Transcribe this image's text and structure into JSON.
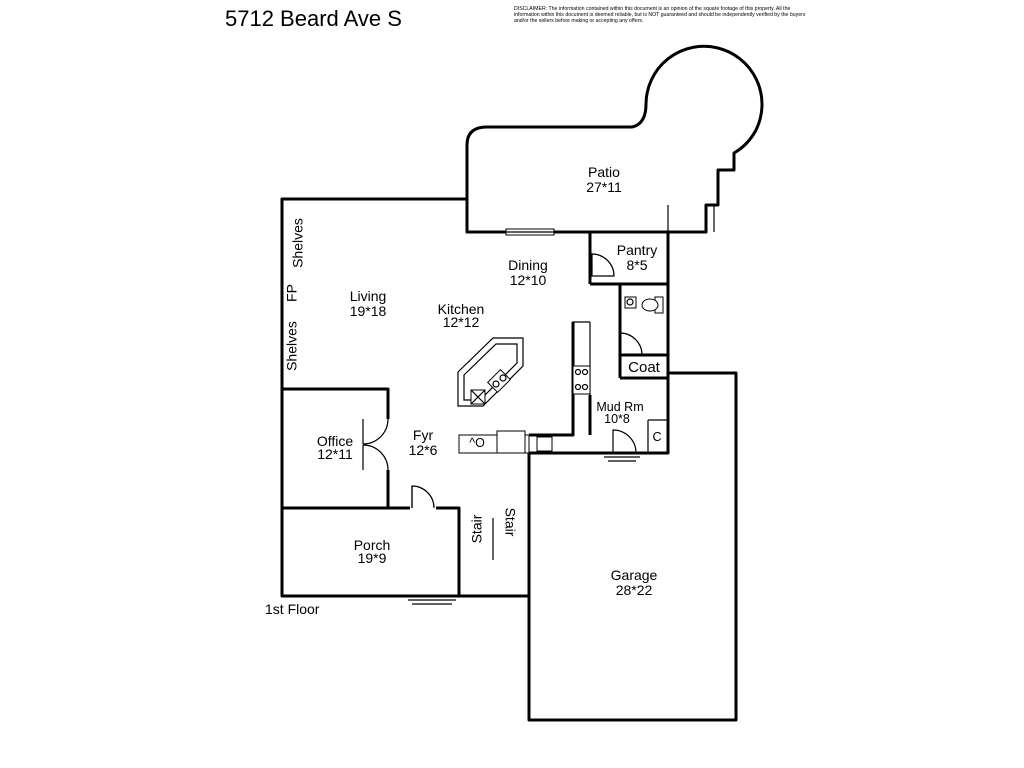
{
  "title": "5712 Beard Ave S",
  "disclaimer": "DISCLAIMER: The information contained within this document is an opinion of the square footage of this property. All the information within this document is deemed reliable, but is NOT guaranteed and should be independently verified by the buyers and/or the sellers before making or accepting any offers.",
  "floor_label": "1st Floor",
  "rooms": {
    "patio": {
      "name": "Patio",
      "size": "27*11"
    },
    "pantry": {
      "name": "Pantry",
      "size": "8*5"
    },
    "dining": {
      "name": "Dining",
      "size": "12*10"
    },
    "living": {
      "name": "Living",
      "size": "19*18"
    },
    "kitchen": {
      "name": "Kitchen",
      "size": "12*12"
    },
    "office": {
      "name": "Office",
      "size": "12*11"
    },
    "foyer": {
      "name": "Fyr",
      "size": "12*6"
    },
    "mudroom": {
      "name": "Mud Rm",
      "size": "10*8"
    },
    "porch": {
      "name": "Porch",
      "size": "19*9"
    },
    "garage": {
      "name": "Garage",
      "size": "28*22"
    }
  },
  "labels": {
    "shelves_top": "Shelves",
    "fireplace": "FP",
    "shelves_bottom": "Shelves",
    "coat": "Coat",
    "closet_c": "C",
    "appliance": "^O",
    "stair_1": "Stair",
    "stair_2": "Stair"
  }
}
